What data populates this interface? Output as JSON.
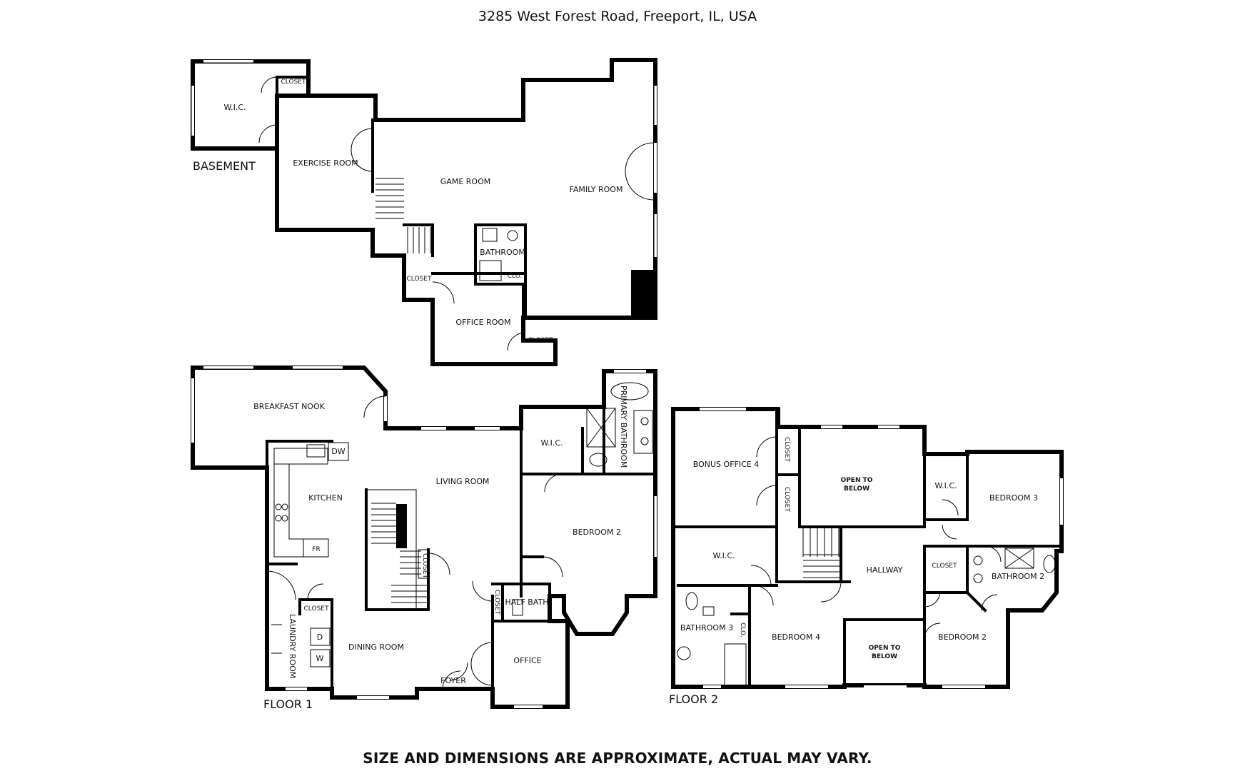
{
  "header": {
    "address": "3285 West Forest Road, Freeport, IL, USA"
  },
  "footer": {
    "disclaimer": "SIZE AND DIMENSIONS ARE APPROXIMATE, ACTUAL MAY VARY."
  },
  "floors": {
    "basement": {
      "label": "BASEMENT",
      "rooms": {
        "wic": "W.I.C.",
        "closet_top": "CLOSET",
        "exercise": "EXERCISE ROOM",
        "game": "GAME ROOM",
        "family": "FAMILY ROOM",
        "bathroom": "BATHROOM",
        "clo": "CLO.",
        "closet_left": "CLOSET",
        "office": "OFFICE ROOM",
        "closet_right": "CLOSET"
      }
    },
    "floor1": {
      "label": "FLOOR 1",
      "rooms": {
        "breakfast": "BREAKFAST NOOK",
        "kitchen": "KITCHEN",
        "dw": "DW",
        "fr": "FR",
        "living": "LIVING ROOM",
        "wic": "W.I.C.",
        "primary_bath": "PRIMARY BATHROOM",
        "bedroom2": "BEDROOM 2",
        "closet_stair": "CLOSET",
        "closet_laundry": "CLOSET",
        "laundry": "LAUNDRY ROOM",
        "dryer": "D",
        "washer": "W",
        "dining": "DINING ROOM",
        "foyer": "FOYER",
        "closet_hb": "CLOSET",
        "half_bath": "HALF BATH",
        "office": "OFFICE"
      }
    },
    "floor2": {
      "label": "FLOOR 2",
      "rooms": {
        "bonus": "BONUS OFFICE 4",
        "closet_a": "CLOSET",
        "closet_b": "CLOSET",
        "open_top_1": "OPEN TO",
        "open_top_2": "BELOW",
        "wic_right": "W.I.C.",
        "bedroom3": "BEDROOM 3",
        "wic_left": "W.I.C.",
        "hallway": "HALLWAY",
        "closet_c": "CLOSET",
        "bathroom2": "BATHROOM 2",
        "bathroom3": "BATHROOM 3",
        "clo": "CLO.",
        "bedroom4": "BEDROOM 4",
        "open_bot_1": "OPEN TO",
        "open_bot_2": "BELOW",
        "bedroom2": "BEDROOM 2"
      }
    }
  }
}
